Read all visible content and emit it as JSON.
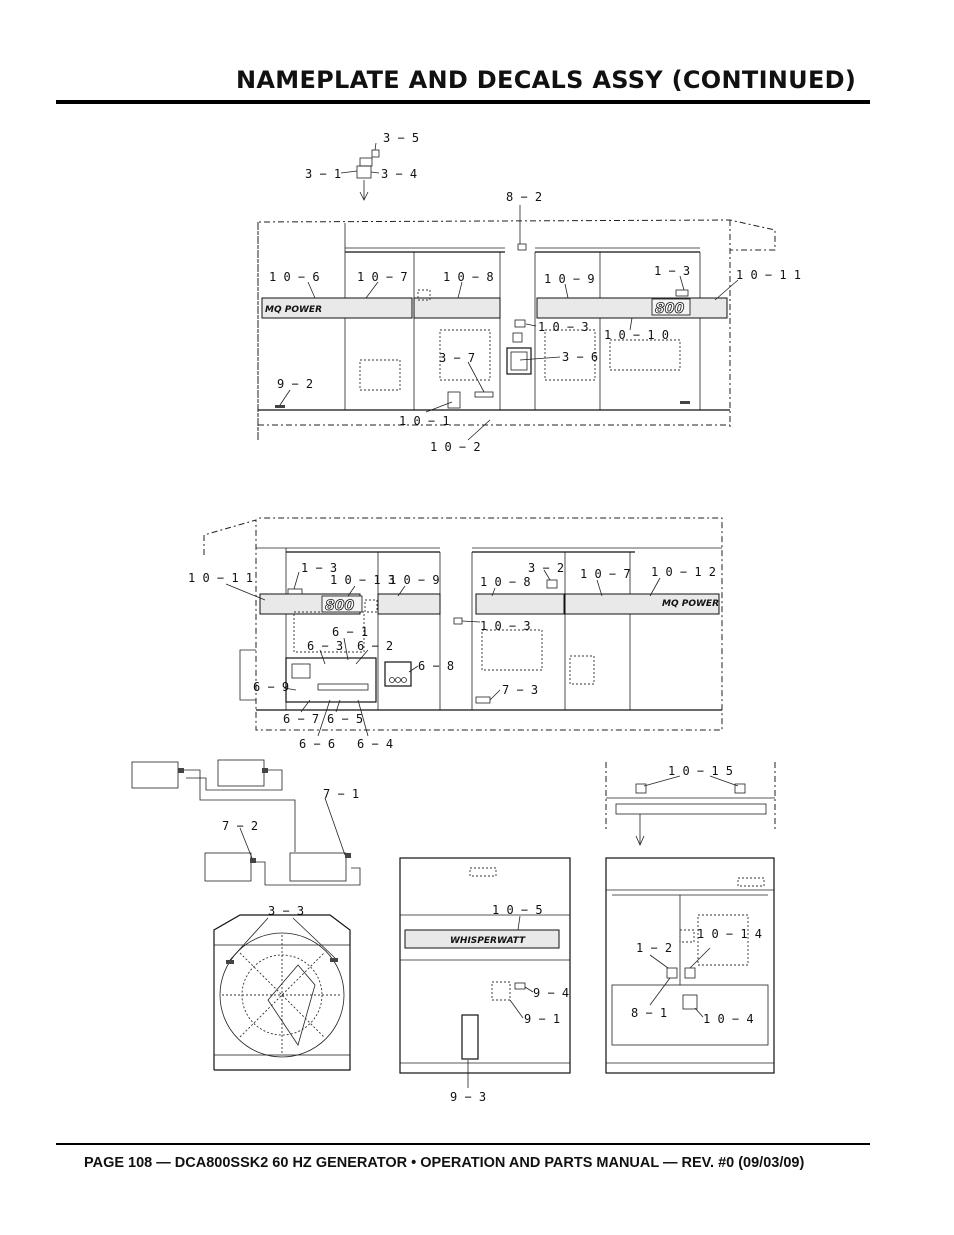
{
  "header": {
    "title": "NAMEPLATE AND DECALS ASSY (CONTINUED)"
  },
  "footer": {
    "text": "PAGE 108 — DCA800SSK2 60 HZ GENERATOR • OPERATION AND PARTS MANUAL — REV. #0 (09/03/09)"
  },
  "decals": {
    "brand": "MQ POWER",
    "model": "800",
    "brand_rear": "WHISPERWATT"
  },
  "callouts": {
    "c3_5": "3 − 5",
    "c3_1": "3 − 1",
    "c3_4": "3 − 4",
    "c8_2": "8 − 2",
    "c10_6": "1 0 − 6",
    "c10_7a": "1 0 − 7",
    "c10_8a": "1 0 − 8",
    "c10_9a": "1 0 − 9",
    "c1_3a": "1 − 3",
    "c10_11a": "1 0 − 1 1",
    "c10_3a": "1 0 − 3",
    "c10_10": "1 0 − 1 0",
    "c3_7": "3 − 7",
    "c3_6": "3 − 6",
    "c9_2": "9 − 2",
    "c10_1": "1 0 − 1",
    "c10_2": "1 0 − 2",
    "c10_11b": "1 0 − 1 1",
    "c1_3b": "1 − 3",
    "c10_13": "1 0 − 1 3",
    "c10_9b": "1 0 − 9",
    "c10_8b": "1 0 − 8",
    "c3_2": "3 − 2",
    "c10_7b": "1 0 − 7",
    "c10_12": "1 0 − 1 2",
    "c10_3b": "1 0 − 3",
    "c6_1": "6 − 1",
    "c6_3": "6 − 3",
    "c6_2": "6 − 2",
    "c6_8": "6 − 8",
    "c6_9": "6 − 9",
    "c7_3": "7 − 3",
    "c6_7": "6 − 7",
    "c6_5": "6 − 5",
    "c6_6": "6 − 6",
    "c6_4": "6 − 4",
    "c7_1": "7 − 1",
    "c7_2": "7 − 2",
    "c10_15": "1 0 − 1 5",
    "c3_3": "3 − 3",
    "c10_5": "1 0 − 5",
    "c9_4": "9 − 4",
    "c9_1": "9 − 1",
    "c9_3": "9 − 3",
    "c10_14": "1 0 − 1 4",
    "c1_2": "1 − 2",
    "c8_1": "8 − 1",
    "c10_4": "1 0 − 4"
  }
}
